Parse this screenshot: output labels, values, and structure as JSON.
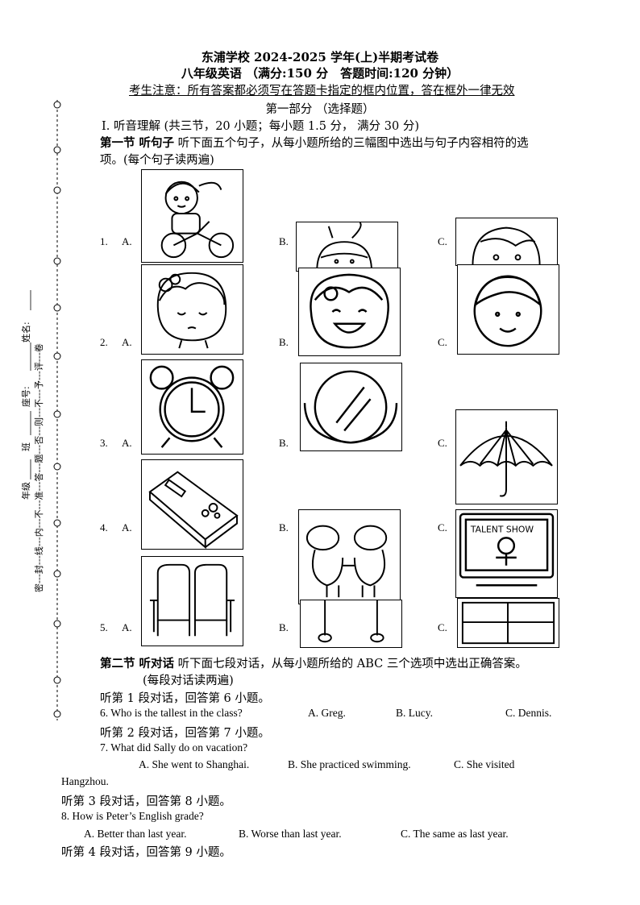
{
  "header": {
    "title": "东浦学校 2024-2025 学年(上)半期考试卷",
    "subtitle": "八年级英语 （满分:150 分　答题时间:120 分钟）",
    "notice": "考生注意：所有答案都必须写在答题卡指定的框内位置，答在框外一律无效",
    "part": "第一部分 （选择题）"
  },
  "binding": {
    "text": "密---封---线---内---不---准---答---题---否---则---不---予---评---卷",
    "fields": [
      "年级",
      "班",
      "座号:",
      "姓名:"
    ]
  },
  "section1": {
    "heading": "Ⅰ. 听音理解 (共三节，20 小题；每小题 1.5 分， 满分 30 分)",
    "sub_label": "第一节 听句子",
    "sub_text": " 听下面五个句子，从每小题所给的三幅图中选出与句子内容相符的选",
    "sub_text2": "项。(每个句子读两遍)",
    "rows": [
      {
        "num": "1.",
        "a": "A.",
        "b": "B.",
        "c": "C.",
        "icons": [
          "girl-cycling-icon",
          "child-upside-down-icon",
          "girl-smiling-icon"
        ]
      },
      {
        "num": "2.",
        "a": "A.",
        "b": "B.",
        "c": "C.",
        "icons": [
          "girl-crying-icon",
          "girl-laughing-icon",
          "girl-face-icon"
        ]
      },
      {
        "num": "3.",
        "a": "A.",
        "b": "B.",
        "c": "C.",
        "icons": [
          "alarm-clock-icon",
          "mirror-icon",
          "umbrella-icon"
        ]
      },
      {
        "num": "4.",
        "a": "A.",
        "b": "B.",
        "c": "C.",
        "icons": [
          "book-icon",
          "peppa-pig-icon",
          "tv-talent-show-icon"
        ]
      },
      {
        "num": "5.",
        "a": "A.",
        "b": "B.",
        "c": "C.",
        "icons": [
          "chairs-icon",
          "table-icon",
          "tv-cabinet-icon"
        ]
      }
    ],
    "tv_text": "TALENT SHOW"
  },
  "section2": {
    "label": "第二节 听对话",
    "text": " 听下面七段对话，从每小题所给的 ABC 三个选项中选出正确答案。",
    "text2": "(每段对话读两遍)",
    "q6_intro": "听第 1 段对话，回答第 6 小题。",
    "q6": "6. Who is the tallest in the class?",
    "q6_opts": [
      "A. Greg.",
      "B. Lucy.",
      "C. Dennis."
    ],
    "q7_intro": "听第 2 段对话，回答第 7 小题。",
    "q7": "7. What did Sally do on vacation?",
    "q7_opts": [
      "A. She went to Shanghai.",
      "B. She practiced swimming.",
      "C. She visited"
    ],
    "q7_cont": "Hangzhou.",
    "q8_intro": "听第 3 段对话，回答第 8 小题。",
    "q8": "8. How is Peter’s English grade?",
    "q8_opts": [
      "A. Better than last year.",
      "B. Worse than last year.",
      "C. The same as last year."
    ],
    "q9_intro": "听第 4 段对话，回答第 9 小题。"
  }
}
